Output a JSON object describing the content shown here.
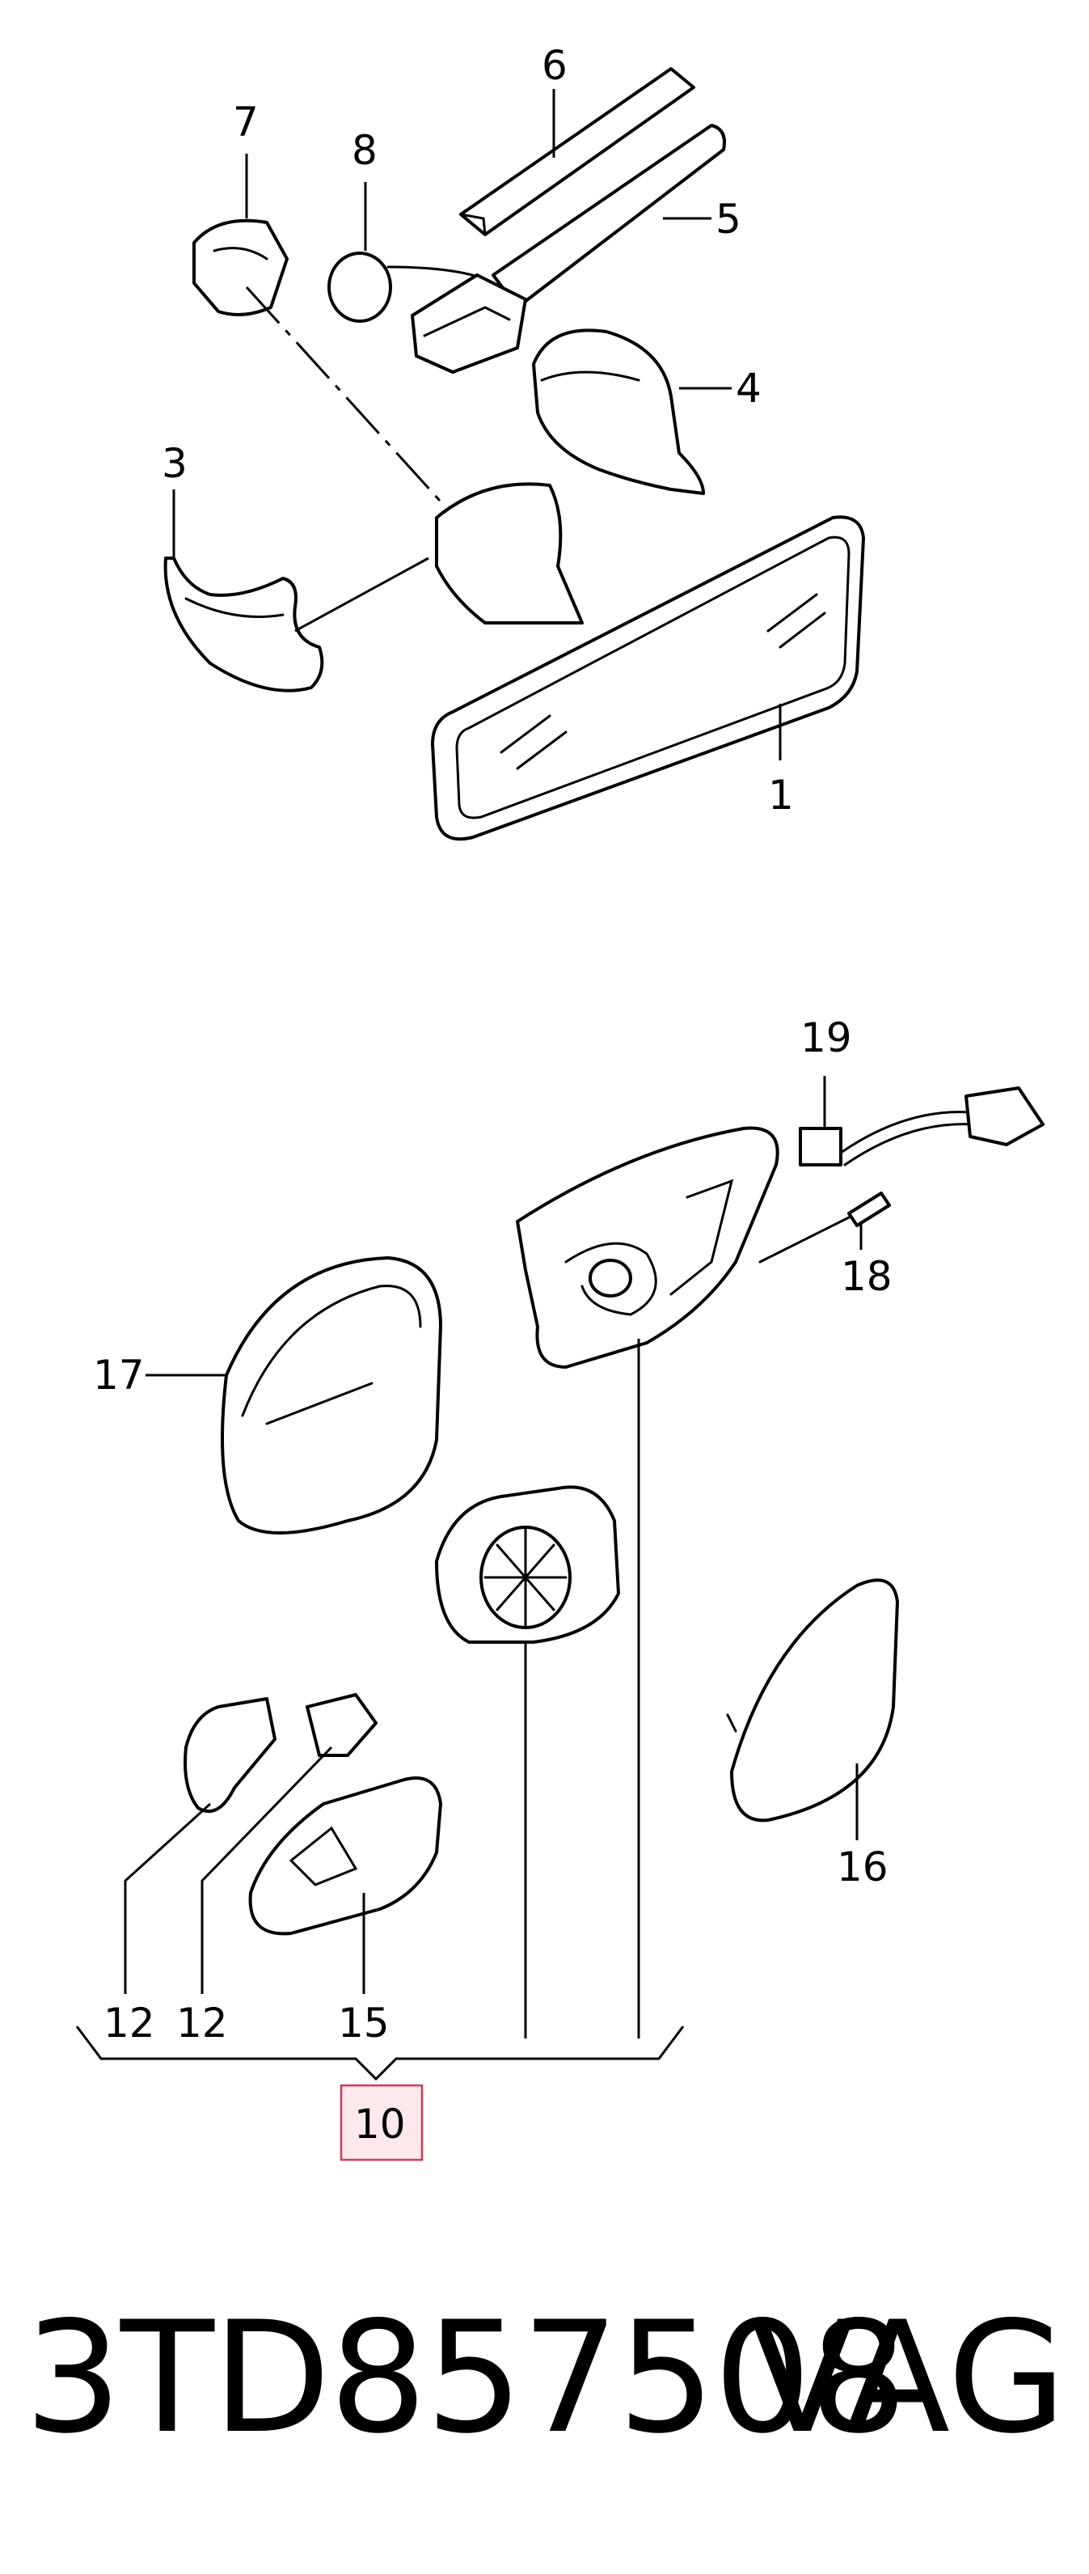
{
  "callouts": {
    "c1": "1",
    "c3": "3",
    "c4": "4",
    "c5": "5",
    "c6": "6",
    "c7": "7",
    "c8": "8",
    "c10": "10",
    "c12a": "12",
    "c12b": "12",
    "c15": "15",
    "c16": "16",
    "c17": "17",
    "c18": "18",
    "c19": "19"
  },
  "highlight_color": "#d23a55",
  "footer": {
    "part_number": "3TD857508",
    "brand": "VAG"
  }
}
